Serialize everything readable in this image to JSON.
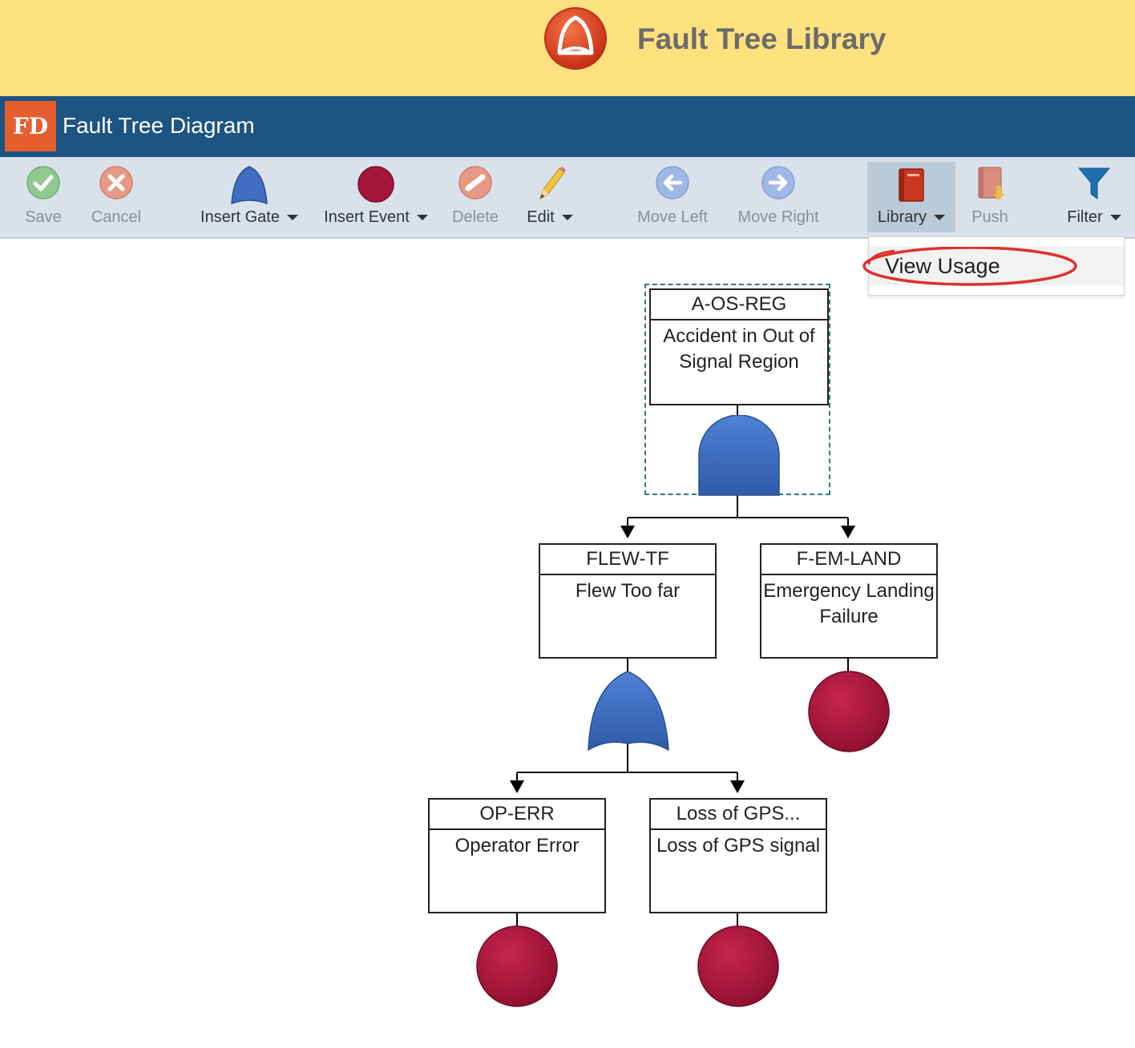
{
  "app": {
    "title": "Fault Tree Library",
    "logo_icon": "app-logo-icon"
  },
  "header": {
    "logo_text": "FD",
    "title": "Fault Tree Diagram"
  },
  "toolbar": {
    "save": "Save",
    "cancel": "Cancel",
    "insert_gate": "Insert Gate",
    "insert_event": "Insert Event",
    "delete": "Delete",
    "edit": "Edit",
    "move_left": "Move Left",
    "move_right": "Move Right",
    "library": "Library",
    "push": "Push",
    "filter": "Filter"
  },
  "library_menu": {
    "items": [
      {
        "label": "View Usage"
      }
    ]
  },
  "tree": {
    "root": {
      "id": "A-OS-REG",
      "desc": "Accident in Out of Signal Region",
      "gate": "and-gate"
    },
    "children": [
      {
        "id": "FLEW-TF",
        "desc": "Flew Too far",
        "gate": "or-gate"
      },
      {
        "id": "F-EM-LAND",
        "desc": "Emergency Landing Failure",
        "gate": "basic-event"
      }
    ],
    "grandchildren": [
      {
        "id": "OP-ERR",
        "desc": "Operator Error",
        "gate": "basic-event"
      },
      {
        "id": "Loss of GPS...",
        "desc": "Loss of GPS signal",
        "gate": "basic-event"
      }
    ]
  },
  "colors": {
    "header_yellow": "#fee17f",
    "header_blue": "#1c5482",
    "gate_blue": "#4170c0",
    "event_red": "#a3163a",
    "highlight_red": "#e0302c"
  }
}
